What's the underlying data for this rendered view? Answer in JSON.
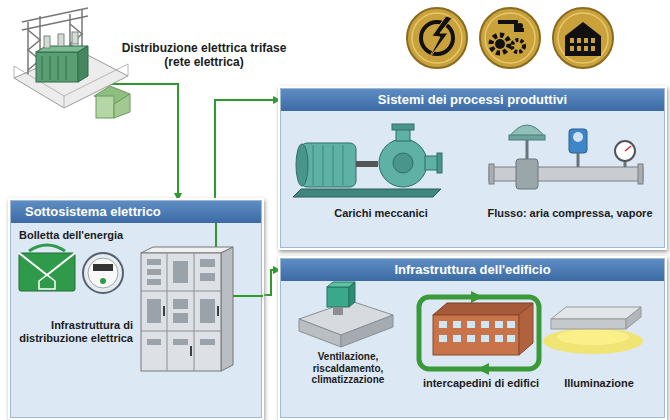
{
  "diagram": {
    "nodes": [
      {
        "text": [
          "Distribuzione elettrica trifase (rete elettrica)"
        ]
      },
      {
        "text": [
          "Sottosistema elettrico",
          "Bolletta dell'energia",
          "Infrastruttura di distribuzione elettrica"
        ]
      },
      {
        "text": [
          "Sistemi dei processi produttivi",
          "Carichi meccanici",
          "Flusso: aria compressa, vapore"
        ]
      },
      {
        "text": [
          "Infrastruttura dell'edificio",
          "Ventilazione, riscaldamento, climatizzazione",
          "intercapedini di edifici",
          "Illuminazione"
        ]
      }
    ],
    "edges": [
      {
        "from": 0,
        "to": 1,
        "arrow": "to"
      },
      {
        "from": 1,
        "to": 2,
        "arrow": "to"
      },
      {
        "from": 1,
        "to": 3,
        "arrow": "to"
      }
    ]
  }
}
